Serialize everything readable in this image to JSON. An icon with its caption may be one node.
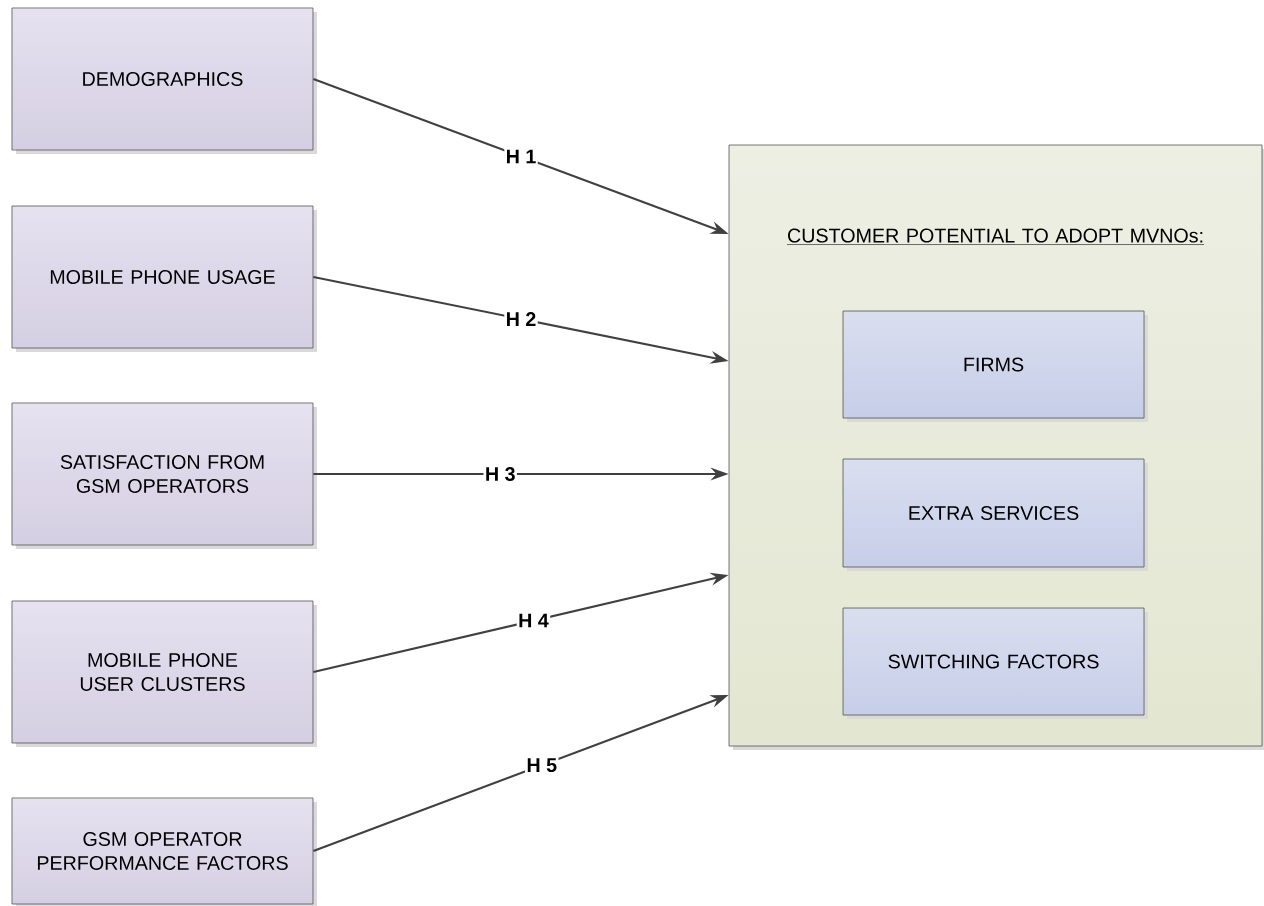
{
  "diagram": {
    "nodes": [
      {
        "text": [
          "DEMOGRAPHICS"
        ]
      },
      {
        "text": [
          "MOBILE PHONE USAGE"
        ]
      },
      {
        "text": [
          "SATISFACTION FROM GSM OPERATORS"
        ]
      },
      {
        "text": [
          "MOBILE PHONE USER CLUSTERS"
        ]
      },
      {
        "text": [
          "GSM OPERATOR PERFORMANCE FACTORS"
        ]
      },
      {
        "text": [
          "CUSTOMER POTENTIAL TO ADOPT MVNOs:"
        ]
      },
      {
        "text": [
          "FIRMS"
        ],
        "in": 5
      },
      {
        "text": [
          "EXTRA SERVICES"
        ],
        "in": 5
      },
      {
        "text": [
          "SWITCHING FACTORS"
        ],
        "in": 5
      }
    ],
    "edges": [
      {
        "from": 0,
        "to": 5,
        "arrow": "to",
        "label": "H 1"
      },
      {
        "from": 1,
        "to": 5,
        "arrow": "to",
        "label": "H 2"
      },
      {
        "from": 2,
        "to": 5,
        "arrow": "to",
        "label": "H 3"
      },
      {
        "from": 3,
        "to": 5,
        "arrow": "to",
        "label": "H 4"
      },
      {
        "from": 4,
        "to": 5,
        "arrow": "to",
        "label": "H 5"
      }
    ]
  }
}
